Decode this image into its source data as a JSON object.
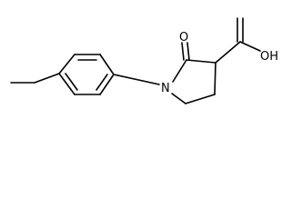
{
  "molecule": {
    "atoms": {
      "n1": "N",
      "o_ketone": "O",
      "oh": "OH"
    }
  }
}
